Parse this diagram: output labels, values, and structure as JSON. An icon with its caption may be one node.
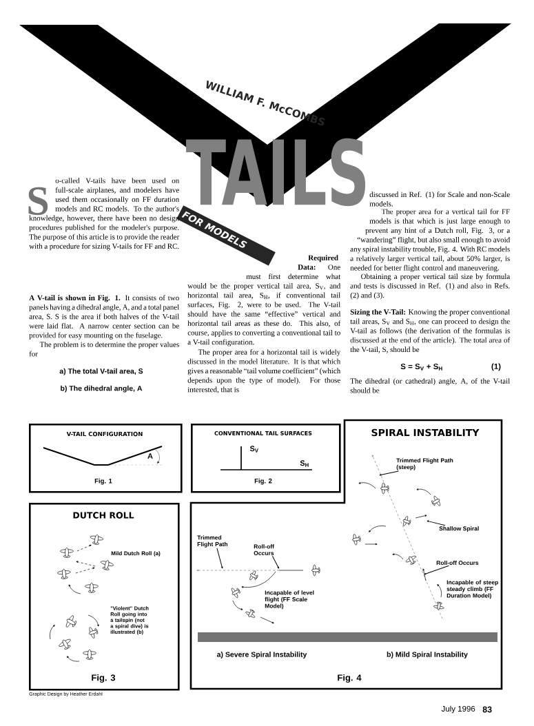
{
  "diagram": {
    "title": "TAILS",
    "nodes": [
      {
        "text": [
          "FOR MODELS"
        ]
      },
      {
        "text": [
          "V-TAIL CONFIGURATION",
          "A",
          "Fig. 1"
        ]
      },
      {
        "text": [
          "CONVENTIONAL TAIL SURFACES",
          "S$_{V}$",
          "S$_{H}$",
          "Fig. 2"
        ]
      },
      {
        "text": [
          "SPIRAL INSTABILITY",
          "Incapable of level flight (FF Scale Model)",
          "Incapable of steep steady climb (FF Duration Model)",
          "a) Severe Spiral Instability",
          "b) Mild Spiral Instability",
          "Fig. 4"
        ]
      },
      {
        "text": [
          "DUTCH ROLL",
          "Mild Dutch Roll (a)",
          "\"Violent\" Dutch Roll going into a tailspin (not a spiral dive) is illustrated (b)",
          "Fig. 3"
        ]
      },
      {
        "text": [
          "Trimmed Flight Path"
        ],
        "in": 3
      },
      {
        "text": [
          "Roll-off Occurs"
        ],
        "in": 3
      },
      {
        "text": [
          "Trimmed Flight Path (steep)"
        ],
        "in": 3
      },
      {
        "text": [
          "Shallow Spiral"
        ],
        "in": 3
      },
      {
        "text": [
          "Roll-off Occurs"
        ],
        "in": 3
      }
    ],
    "edges": [
      {
        "from": 5,
        "to": null,
        "arrow": "to"
      },
      {
        "from": 6,
        "to": null,
        "arrow": "to"
      },
      {
        "from": 7,
        "to": null,
        "arrow": "to"
      },
      {
        "from": 8,
        "to": null,
        "arrow": "to"
      },
      {
        "from": 9,
        "to": null,
        "arrow": "to"
      }
    ],
    "labels": [
      "WILLIAM F. McCOMBS",
      "S",
      "o-called V-tails have been used on full-scale airplanes, and modelers have used them occasionally on FF duration models and RC models. To the author's knowledge, however, there have been no design procedures published for the modeler's purpose. The purpose of this article is to provide the reader with a procedure for sizing V-tails for FF and RC.",
      "**A V-tail is shown in Fig. 1.** It consists of two panels having a dihedral angle, A, and a total panel area, S. S is the area if both halves of the V-tail were laid flat. A narrow center section can be provided for easy mounting on the fuselage.",
      "The problem is to determine the proper values for",
      "a) The total V-tail area, S",
      "b) The dihedral angle, A",
      "**Required Data:** One must first determine what would be the proper vertical tail area, S$_{V}$, and horizontal tail area, S$_{H}$, if conventional tail surfaces, Fig. 2, were to be used. The V-tail should have the same “effective” vertical and horizontal tail areas as these do. This also, of course, applies to converting a conventional tail to a V-tail configuration.",
      "The proper area for a horizontal tail is widely discussed in the model literature. It is that which gives a reasonable “tail volume coefficient” (which depends upon the type of model). For those interested, that is",
      "discussed in Ref. (1) for Scale and non-Scale models.",
      "The proper area for a vertical tail for FF models is that which is just large enough to prevent any hint of a Dutch roll, Fig. 3, or a “wandering” flight, but also small enough to avoid any spiral instability trouble, Fig. 4. With RC models a relatively larger vertical tail, about 50% larger, is needed for better flight control and maneuvering.",
      "Obtaining a proper vertical tail size by formula and tests is discussed in Ref. (1) and also in Refs. (2) and (3).",
      "**Sizing the V-Tail:** Knowing the proper conventional tail areas, S$_{V}$ and S$_{H}$, one can proceed to design the V-tail as follows (the derivation of the formulas is discussed at the end of the article). The total area of the V-tail, S, should be",
      "S = S$_{V}$ + S$_{H}$",
      "(1)",
      "The dihedral (or cathedral) angle, A, of the V-tail should be",
      "Graphic Design by Heather Erdahl",
      "July 1996",
      "83"
    ]
  }
}
